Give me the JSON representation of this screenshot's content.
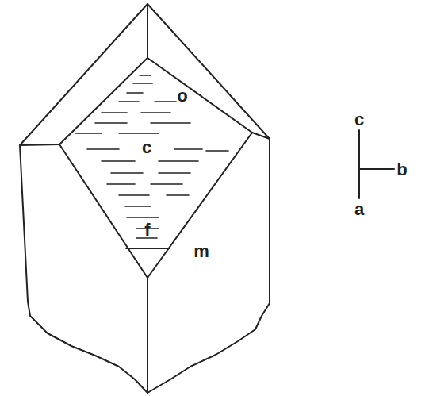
{
  "diagram": {
    "labels": [
      "o",
      "c",
      "f",
      "m",
      "c",
      "b",
      "a"
    ]
  }
}
